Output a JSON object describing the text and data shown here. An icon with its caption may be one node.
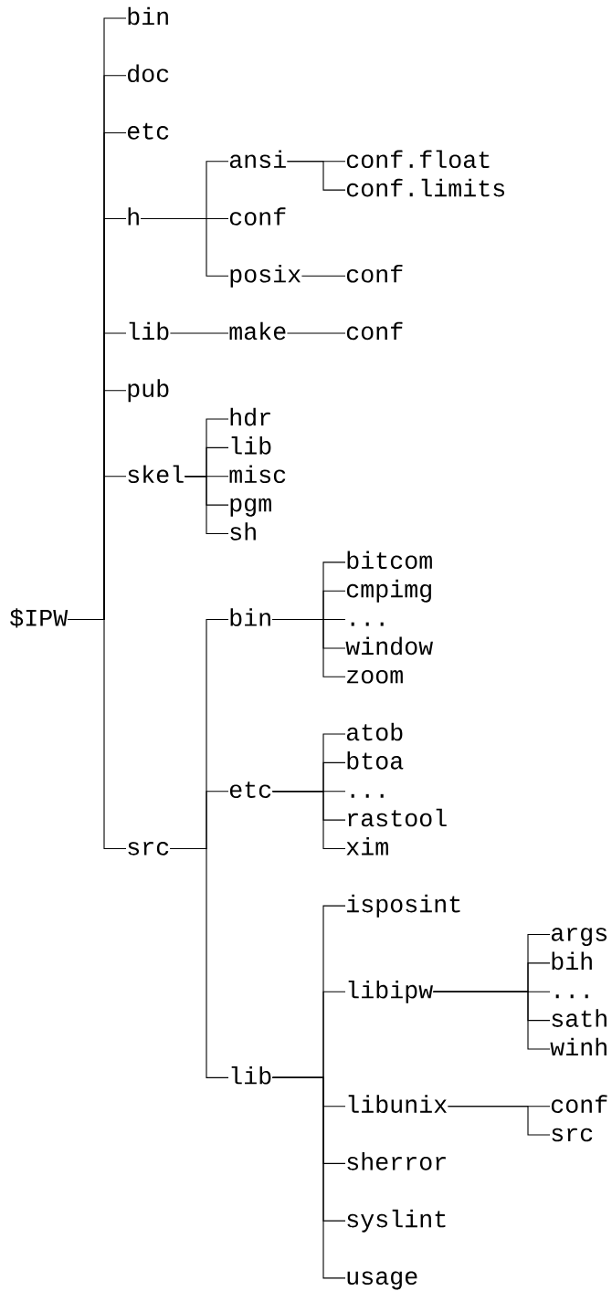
{
  "diagram": {
    "nodes": [
      {
        "text": [
          "$IPW"
        ]
      },
      {
        "text": [
          "bin"
        ]
      },
      {
        "text": [
          "doc"
        ]
      },
      {
        "text": [
          "etc"
        ]
      },
      {
        "text": [
          "h"
        ]
      },
      {
        "text": [
          "ansi"
        ]
      },
      {
        "text": [
          "conf.float"
        ]
      },
      {
        "text": [
          "conf.limits"
        ]
      },
      {
        "text": [
          "conf"
        ]
      },
      {
        "text": [
          "posix"
        ]
      },
      {
        "text": [
          "conf"
        ]
      },
      {
        "text": [
          "lib"
        ]
      },
      {
        "text": [
          "make"
        ]
      },
      {
        "text": [
          "conf"
        ]
      },
      {
        "text": [
          "pub"
        ]
      },
      {
        "text": [
          "skel"
        ]
      },
      {
        "text": [
          "hdr"
        ]
      },
      {
        "text": [
          "lib"
        ]
      },
      {
        "text": [
          "misc"
        ]
      },
      {
        "text": [
          "pgm"
        ]
      },
      {
        "text": [
          "sh"
        ]
      },
      {
        "text": [
          "src"
        ]
      },
      {
        "text": [
          "bin"
        ]
      },
      {
        "text": [
          "bitcom"
        ]
      },
      {
        "text": [
          "cmpimg"
        ]
      },
      {
        "text": [
          "..."
        ]
      },
      {
        "text": [
          "window"
        ]
      },
      {
        "text": [
          "zoom"
        ]
      },
      {
        "text": [
          "etc"
        ]
      },
      {
        "text": [
          "atob"
        ]
      },
      {
        "text": [
          "btoa"
        ]
      },
      {
        "text": [
          "..."
        ]
      },
      {
        "text": [
          "rastool"
        ]
      },
      {
        "text": [
          "xim"
        ]
      },
      {
        "text": [
          "lib"
        ]
      },
      {
        "text": [
          "isposint"
        ]
      },
      {
        "text": [
          "libipw"
        ]
      },
      {
        "text": [
          "args"
        ]
      },
      {
        "text": [
          "bih"
        ]
      },
      {
        "text": [
          "..."
        ]
      },
      {
        "text": [
          "sath"
        ]
      },
      {
        "text": [
          "winh"
        ]
      },
      {
        "text": [
          "libunix"
        ]
      },
      {
        "text": [
          "conf"
        ]
      },
      {
        "text": [
          "src"
        ]
      },
      {
        "text": [
          "sherror"
        ]
      },
      {
        "text": [
          "syslint"
        ]
      },
      {
        "text": [
          "usage"
        ]
      }
    ],
    "edges": [
      {
        "from": 0,
        "to": 1,
        "arrow": "none"
      },
      {
        "from": 0,
        "to": 2,
        "arrow": "none"
      },
      {
        "from": 0,
        "to": 3,
        "arrow": "none"
      },
      {
        "from": 0,
        "to": 4,
        "arrow": "none"
      },
      {
        "from": 4,
        "to": 5,
        "arrow": "none"
      },
      {
        "from": 5,
        "to": 6,
        "arrow": "none"
      },
      {
        "from": 5,
        "to": 7,
        "arrow": "none"
      },
      {
        "from": 4,
        "to": 8,
        "arrow": "none"
      },
      {
        "from": 4,
        "to": 9,
        "arrow": "none"
      },
      {
        "from": 9,
        "to": 10,
        "arrow": "none"
      },
      {
        "from": 0,
        "to": 11,
        "arrow": "none"
      },
      {
        "from": 11,
        "to": 12,
        "arrow": "none"
      },
      {
        "from": 12,
        "to": 13,
        "arrow": "none"
      },
      {
        "from": 0,
        "to": 14,
        "arrow": "none"
      },
      {
        "from": 0,
        "to": 15,
        "arrow": "none"
      },
      {
        "from": 15,
        "to": 16,
        "arrow": "none"
      },
      {
        "from": 15,
        "to": 17,
        "arrow": "none"
      },
      {
        "from": 15,
        "to": 18,
        "arrow": "none"
      },
      {
        "from": 15,
        "to": 19,
        "arrow": "none"
      },
      {
        "from": 15,
        "to": 20,
        "arrow": "none"
      },
      {
        "from": 0,
        "to": 21,
        "arrow": "none"
      },
      {
        "from": 21,
        "to": 22,
        "arrow": "none"
      },
      {
        "from": 22,
        "to": 23,
        "arrow": "none"
      },
      {
        "from": 22,
        "to": 24,
        "arrow": "none"
      },
      {
        "from": 22,
        "to": 25,
        "arrow": "none"
      },
      {
        "from": 22,
        "to": 26,
        "arrow": "none"
      },
      {
        "from": 22,
        "to": 27,
        "arrow": "none"
      },
      {
        "from": 21,
        "to": 28,
        "arrow": "none"
      },
      {
        "from": 28,
        "to": 29,
        "arrow": "none"
      },
      {
        "from": 28,
        "to": 30,
        "arrow": "none"
      },
      {
        "from": 28,
        "to": 31,
        "arrow": "none"
      },
      {
        "from": 28,
        "to": 32,
        "arrow": "none"
      },
      {
        "from": 28,
        "to": 33,
        "arrow": "none"
      },
      {
        "from": 21,
        "to": 34,
        "arrow": "none"
      },
      {
        "from": 34,
        "to": 35,
        "arrow": "none"
      },
      {
        "from": 34,
        "to": 36,
        "arrow": "none"
      },
      {
        "from": 36,
        "to": 37,
        "arrow": "none"
      },
      {
        "from": 36,
        "to": 38,
        "arrow": "none"
      },
      {
        "from": 36,
        "to": 39,
        "arrow": "none"
      },
      {
        "from": 36,
        "to": 40,
        "arrow": "none"
      },
      {
        "from": 36,
        "to": 41,
        "arrow": "none"
      },
      {
        "from": 34,
        "to": 42,
        "arrow": "none"
      },
      {
        "from": 42,
        "to": 43,
        "arrow": "none"
      },
      {
        "from": 42,
        "to": 44,
        "arrow": "none"
      },
      {
        "from": 34,
        "to": 45,
        "arrow": "none"
      },
      {
        "from": 34,
        "to": 46,
        "arrow": "none"
      },
      {
        "from": 34,
        "to": 47,
        "arrow": "none"
      }
    ]
  }
}
